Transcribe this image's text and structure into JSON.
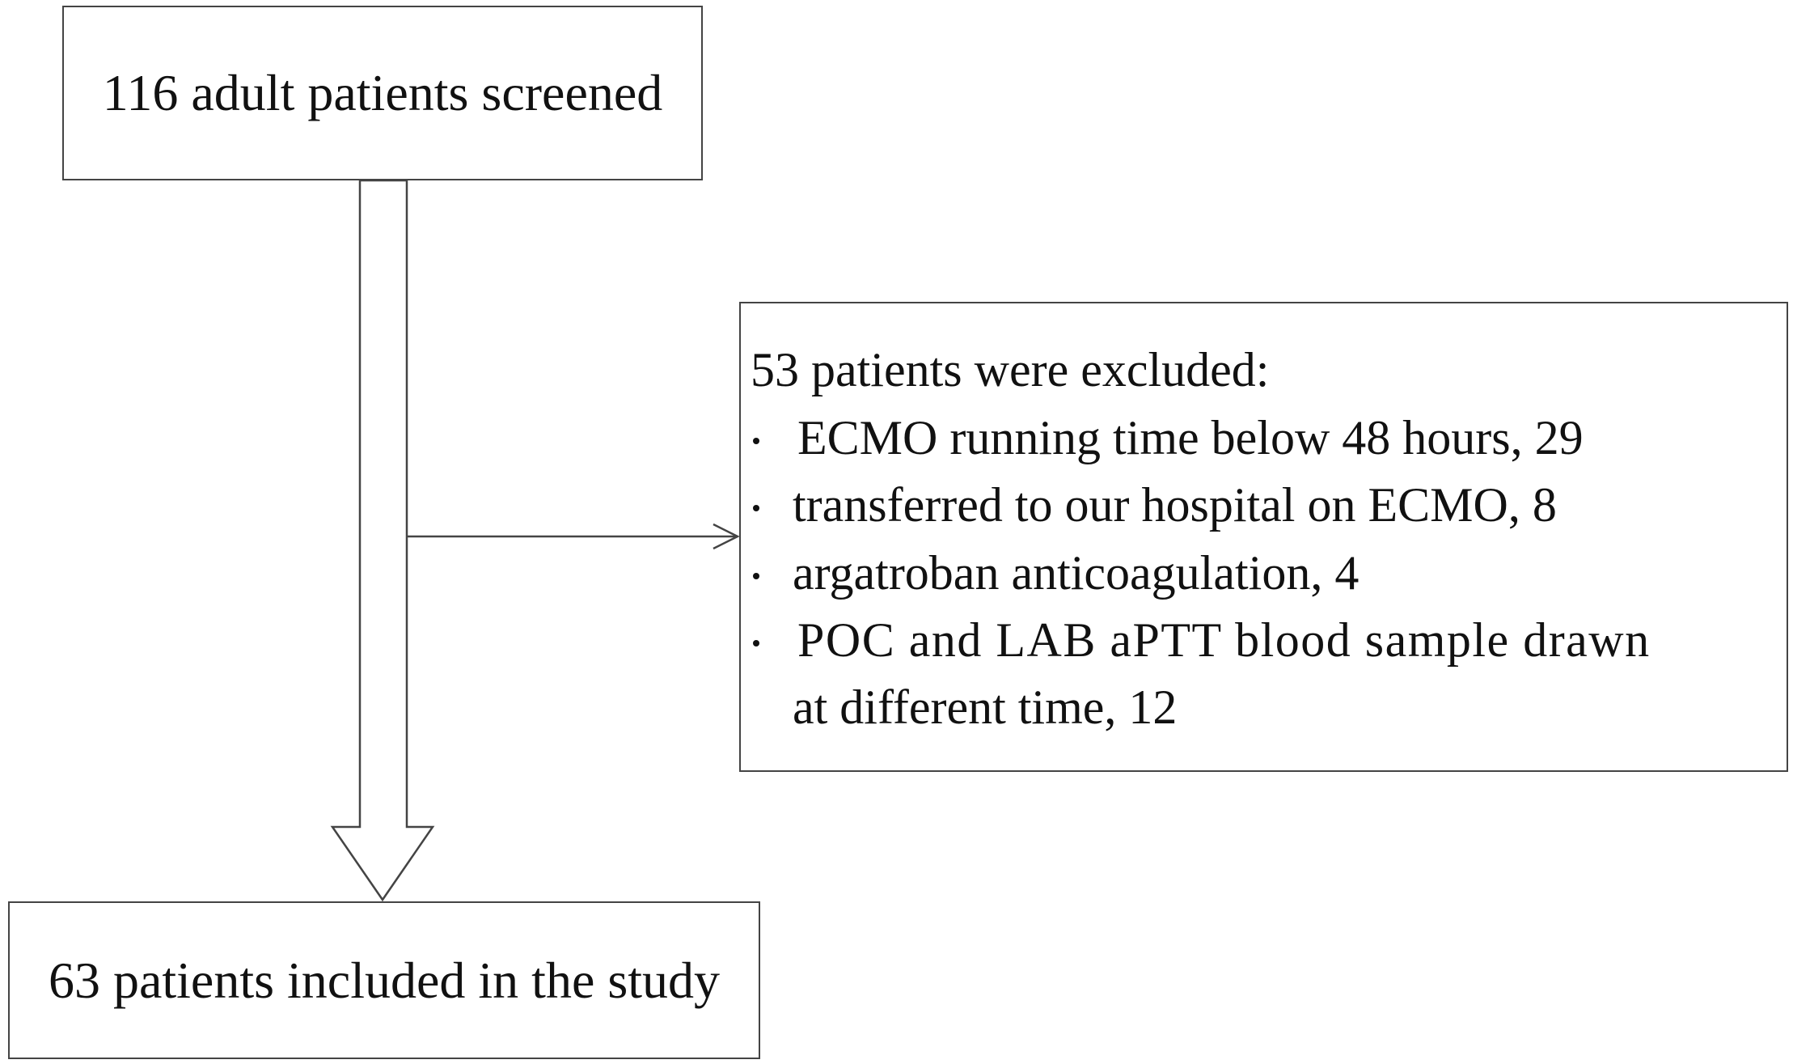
{
  "flowchart": {
    "screened": {
      "text": "116 adult patients screened"
    },
    "included": {
      "text": "63 patients included in the study"
    },
    "excluded": {
      "title": "53 patients were excluded:",
      "reasons": [
        "ECMO running time below 48 hours, 29",
        "transferred to our hospital on ECMO, 8",
        "argatroban anticoagulation, 4",
        "POC and LAB aPTT blood sample drawn",
        "at different time, 12"
      ]
    }
  },
  "colors": {
    "line": "#444444",
    "text": "#111111",
    "background": "#ffffff"
  }
}
